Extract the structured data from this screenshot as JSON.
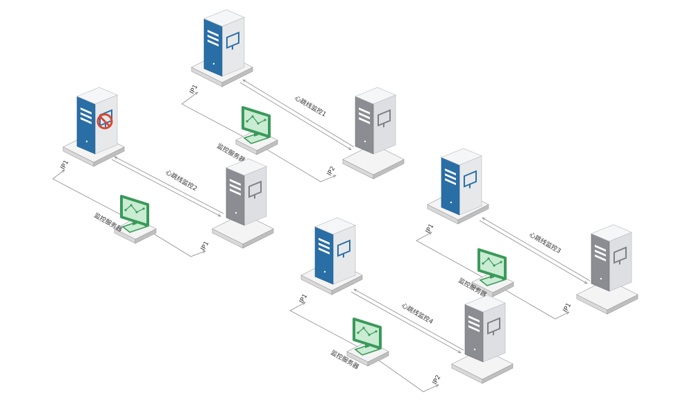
{
  "colors": {
    "primary": "#2a6ea6",
    "primary_dark": "#1f5d8f",
    "server_light": "#eaecee",
    "server_side": "#cdd0d4",
    "standby": "#8b8d92",
    "monitor": "#3a9a5a",
    "monitor_fill": "#c9ecd2",
    "fault": "#d9472f",
    "line": "#8a8a8a"
  },
  "groups": [
    {
      "id": "g1",
      "primary_fault": false,
      "heartbeat_label": "心跳线监控1",
      "primary_ip_label": "IP1",
      "standby_ip_label": "IP2",
      "monitor_label": "监控服务器",
      "monitor_icon": "monitor-chart-icon",
      "primary_icon": "server-tower-icon",
      "standby_icon": "server-tower-icon"
    },
    {
      "id": "g2",
      "primary_fault": true,
      "heartbeat_label": "心跳线监控2",
      "primary_ip_label": "IP1",
      "standby_ip_label": "IP1",
      "monitor_label": "监控服务器",
      "monitor_icon": "monitor-chart-icon",
      "primary_icon": "server-tower-icon",
      "standby_icon": "server-tower-icon",
      "fault_icon": "prohibited-icon"
    },
    {
      "id": "g3",
      "primary_fault": false,
      "heartbeat_label": "心跳线监控3",
      "primary_ip_label": "IP1",
      "standby_ip_label": "IP1",
      "monitor_label": "监控服务器",
      "monitor_icon": "monitor-chart-icon",
      "primary_icon": "server-tower-icon",
      "standby_icon": "server-tower-icon"
    },
    {
      "id": "g4",
      "primary_fault": false,
      "heartbeat_label": "心跳线监控4",
      "primary_ip_label": "IP1",
      "standby_ip_label": "IP2",
      "monitor_label": "监控服务器",
      "monitor_icon": "monitor-chart-icon",
      "primary_icon": "server-tower-icon",
      "standby_icon": "server-tower-icon"
    }
  ]
}
